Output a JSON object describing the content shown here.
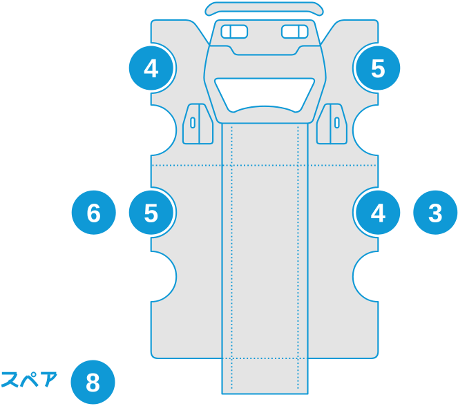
{
  "colors": {
    "accent": "#0f99d6",
    "panel": "#e4e4e4",
    "background": "#ffffff",
    "number_text": "#ffffff"
  },
  "callouts": {
    "top_left": "4",
    "top_right": "5",
    "middle_far_left": "6",
    "middle_left": "5",
    "middle_right": "4",
    "middle_far_right": "3",
    "spare": "8"
  },
  "labels": {
    "spare": "スペア"
  }
}
